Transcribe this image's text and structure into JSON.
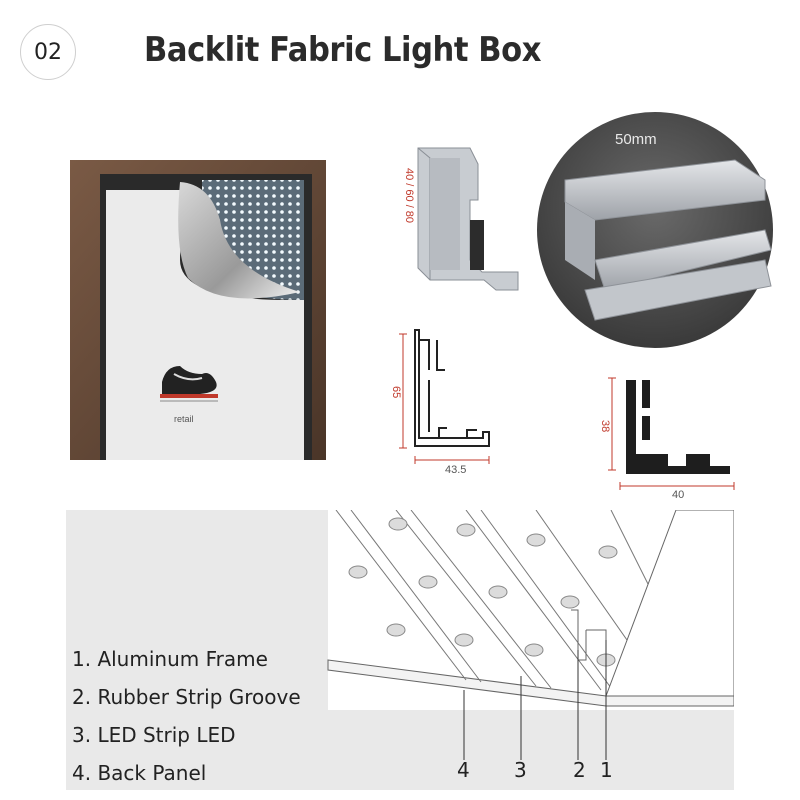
{
  "header": {
    "badge": "02",
    "title": "Backlit Fabric Light Box"
  },
  "photo": {
    "caption": "retail"
  },
  "profile_3d": {
    "height_label": "40 / 60 / 80"
  },
  "zoom": {
    "width_label": "50mm"
  },
  "profile_a": {
    "height": "65",
    "width": "43.5"
  },
  "profile_b": {
    "height": "38",
    "width": "40"
  },
  "legend": {
    "items": [
      "1. Aluminum Frame",
      "2. Rubber Strip Groove",
      "3. LED Strip  LED",
      "4. Back Panel"
    ]
  },
  "callouts": [
    "4",
    "3",
    "2",
    "1"
  ],
  "colors": {
    "dimension": "#c0392b",
    "panel": "#e9e9e9",
    "aluminum": "#b8bcc2"
  }
}
